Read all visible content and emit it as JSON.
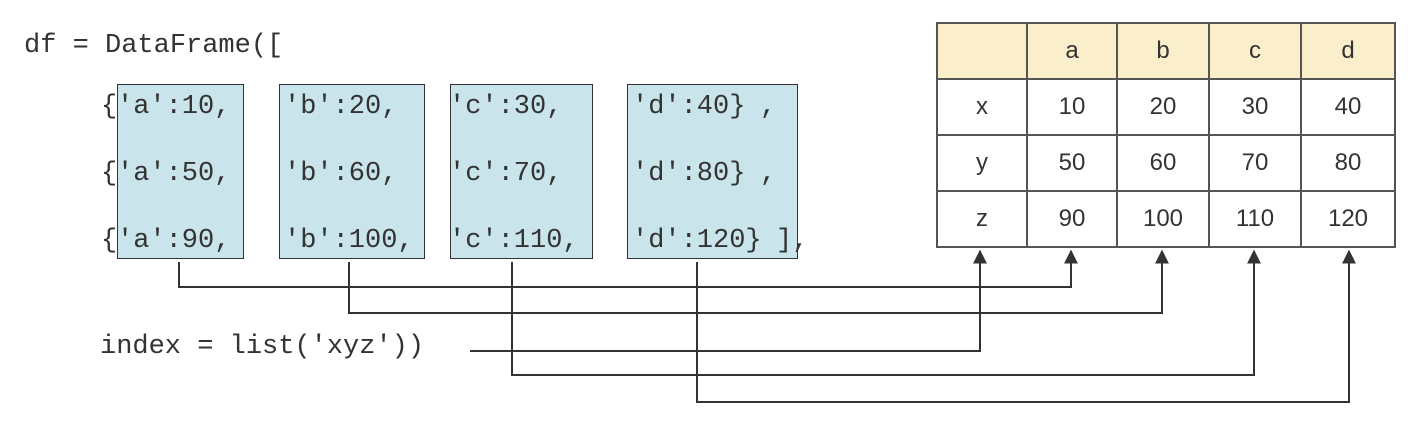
{
  "colors": {
    "column_highlight": "#c9e4ea",
    "header_fill": "#fbefcb",
    "line": "#333333"
  },
  "code": {
    "line1": "df = DataFrame([",
    "rows": [
      [
        "{",
        "'a':10,",
        "'b':20,",
        "'c':30,",
        "'d':40}",
        ","
      ],
      [
        "{",
        "'a':50,",
        "'b':60,",
        "'c':70,",
        "'d':80}",
        ","
      ],
      [
        "{",
        "'a':90,",
        "'b':100,",
        "'c':110,",
        "'d':120}",
        "],"
      ]
    ],
    "index_line": "index = list('xyz'))"
  },
  "table": {
    "corner": "",
    "columns": [
      "a",
      "b",
      "c",
      "d"
    ],
    "rows": [
      {
        "index": "x",
        "values": [
          "10",
          "20",
          "30",
          "40"
        ]
      },
      {
        "index": "y",
        "values": [
          "50",
          "60",
          "70",
          "80"
        ]
      },
      {
        "index": "z",
        "values": [
          "90",
          "100",
          "110",
          "120"
        ]
      }
    ]
  }
}
